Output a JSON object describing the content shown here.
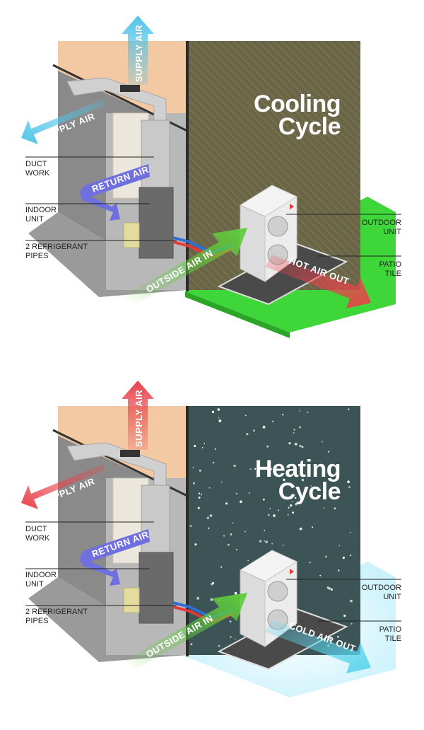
{
  "colors": {
    "cooling_wall": "#6b6547",
    "heating_wall": "#3c5455",
    "supply_cool": "#4fc3e8",
    "supply_heat": "#e8424a",
    "return_air": "#6f6fe0",
    "outside_air": "#5fce3c",
    "hot_air_out": "#e8424a",
    "cold_air_out": "#5cd4ec",
    "grass": "#3fd63a",
    "snow": "#c9f2fb"
  },
  "cooling": {
    "title_line1": "Cooling",
    "title_line2": "Cycle",
    "arrows": {
      "supply_air_up": "SUPPLY AIR",
      "supply_air_left": "SUPPLY AIR",
      "return_air": "RETURN AIR",
      "outside_air_in": "OUTSIDE AIR IN",
      "exhaust": "HOT AIR OUT"
    },
    "labels": {
      "duct_work_1": "DUCT",
      "duct_work_2": "WORK",
      "indoor_unit_1": "INDOOR",
      "indoor_unit_2": "UNIT",
      "pipes_1": "2 REFRIGERANT",
      "pipes_2": "PIPES",
      "outdoor_unit_1": "OUTDOOR",
      "outdoor_unit_2": "UNIT",
      "patio_tile_1": "PATIO",
      "patio_tile_2": "TILE"
    }
  },
  "heating": {
    "title_line1": "Heating",
    "title_line2": "Cycle",
    "arrows": {
      "supply_air_up": "SUPPLY AIR",
      "supply_air_left": "SUPPLY AIR",
      "return_air": "RETURN AIR",
      "outside_air_in": "OUTSIDE AIR IN",
      "exhaust": "COLD AIR OUT"
    },
    "labels": {
      "duct_work_1": "DUCT",
      "duct_work_2": "WORK",
      "indoor_unit_1": "INDOOR",
      "indoor_unit_2": "UNIT",
      "pipes_1": "2 REFRIGERANT",
      "pipes_2": "PIPES",
      "outdoor_unit_1": "OUTDOOR",
      "outdoor_unit_2": "UNIT",
      "patio_tile_1": "PATIO",
      "patio_tile_2": "TILE"
    }
  }
}
